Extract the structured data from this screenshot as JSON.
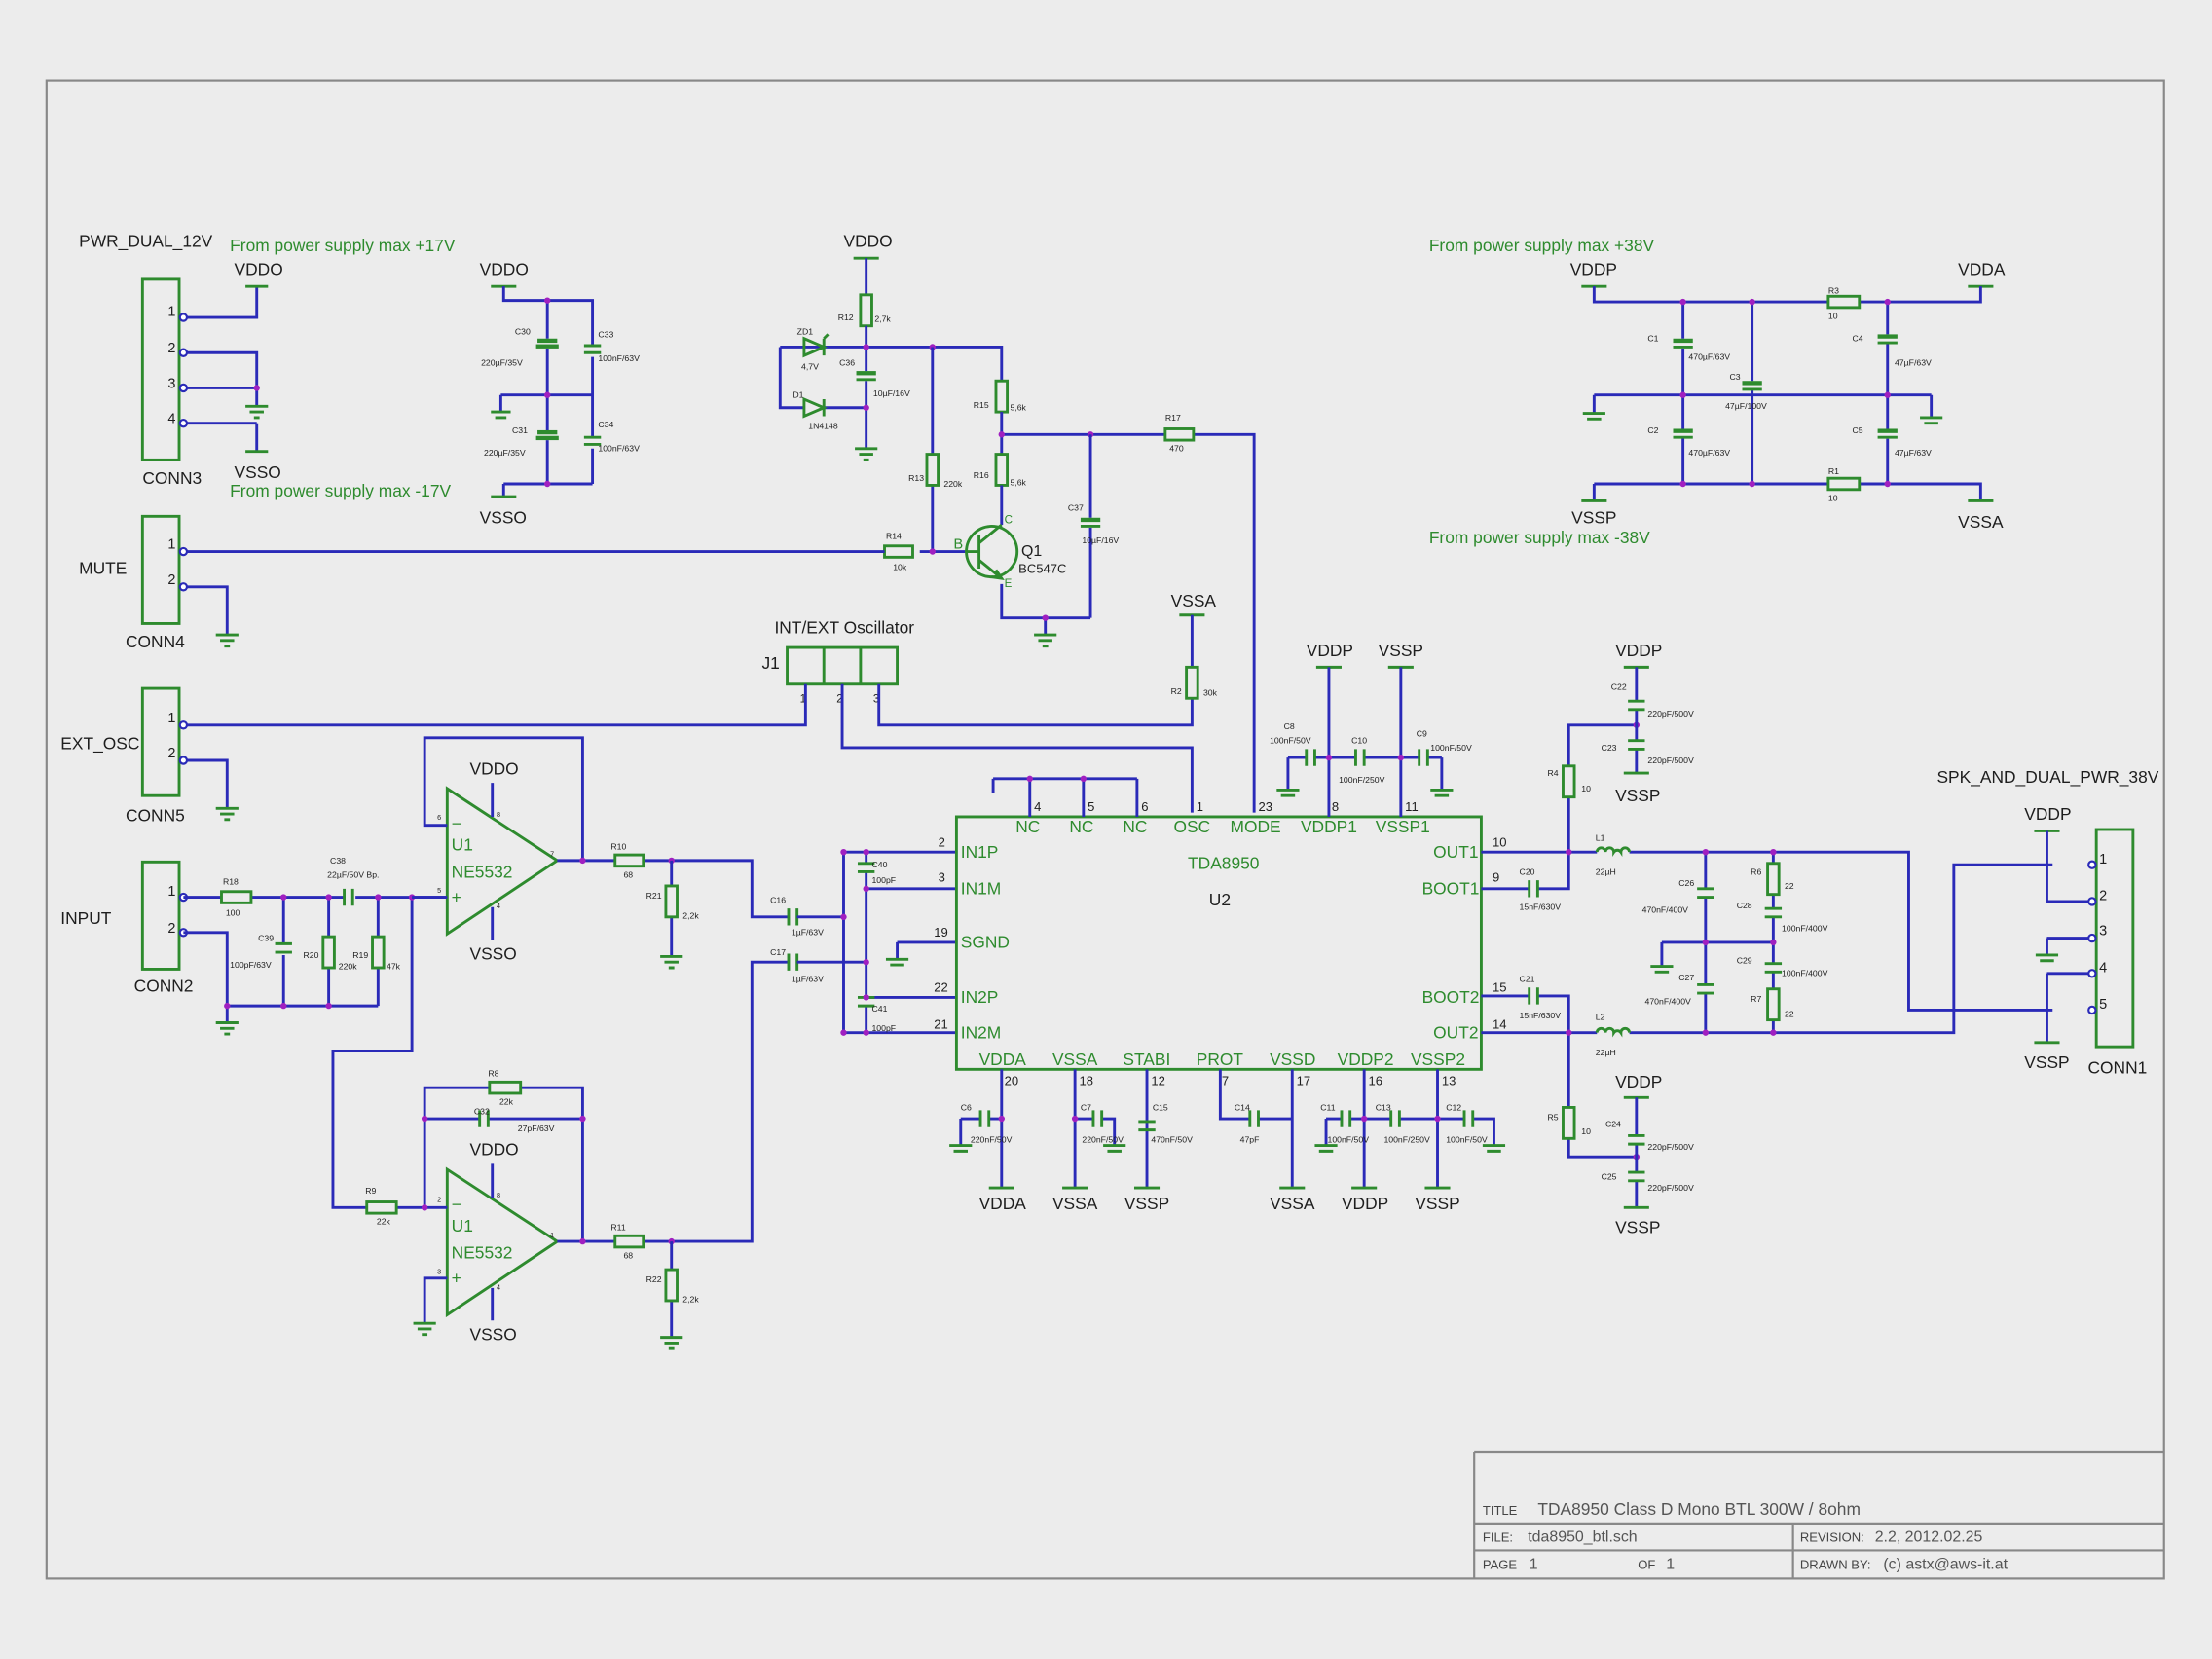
{
  "notes": {
    "n1": "From power supply max +17V",
    "n2": "From power supply max -17V",
    "n3": "From power supply max +38V",
    "n4": "From power supply max -38V"
  },
  "connectors": {
    "conn3": {
      "title": "PWR_DUAL_12V",
      "ref": "CONN3",
      "pins": [
        "1",
        "2",
        "3",
        "4"
      ]
    },
    "conn4": {
      "title": "MUTE",
      "ref": "CONN4",
      "pins": [
        "1",
        "2"
      ]
    },
    "conn5": {
      "title": "EXT_OSC",
      "ref": "CONN5",
      "pins": [
        "1",
        "2"
      ]
    },
    "conn2": {
      "title": "INPUT",
      "ref": "CONN2",
      "pins": [
        "1",
        "2"
      ]
    },
    "conn1": {
      "title": "SPK_AND_DUAL_PWR_38V",
      "ref": "CONN1",
      "pins": [
        "1",
        "2",
        "3",
        "4",
        "5"
      ]
    }
  },
  "rails": {
    "vddo": "VDDO",
    "vsso": "VSSO",
    "vddp": "VDDP",
    "vssp": "VSSP",
    "vdda": "VDDA",
    "vssa": "VSSA"
  },
  "jumper": {
    "ref": "J1",
    "title": "INT/EXT Oscillator",
    "pins": [
      "1",
      "2",
      "3"
    ]
  },
  "transistor": {
    "ref": "Q1",
    "part": "BC547C",
    "b": "B",
    "c": "C",
    "e": "E"
  },
  "opamp": {
    "ref": "U1",
    "part": "NE5532",
    "minus": "−",
    "plus": "+",
    "pinsTop": [
      "6",
      "8",
      "5",
      "4",
      "7"
    ],
    "pinsBot": [
      "2",
      "8",
      "3",
      "4",
      "1"
    ]
  },
  "ic": {
    "name": "TDA8950",
    "ref": "U2",
    "topPins": [
      {
        "num": "4",
        "name": "NC"
      },
      {
        "num": "5",
        "name": "NC"
      },
      {
        "num": "6",
        "name": "NC"
      },
      {
        "num": "1",
        "name": "OSC"
      },
      {
        "num": "23",
        "name": "MODE"
      },
      {
        "num": "8",
        "name": "VDDP1"
      },
      {
        "num": "11",
        "name": "VSSP1"
      }
    ],
    "leftPins": [
      {
        "num": "2",
        "name": "IN1P"
      },
      {
        "num": "3",
        "name": "IN1M"
      },
      {
        "num": "19",
        "name": "SGND"
      },
      {
        "num": "22",
        "name": "IN2P"
      },
      {
        "num": "21",
        "name": "IN2M"
      }
    ],
    "rightPins": [
      {
        "num": "10",
        "name": "OUT1"
      },
      {
        "num": "9",
        "name": "BOOT1"
      },
      {
        "num": "15",
        "name": "BOOT2"
      },
      {
        "num": "14",
        "name": "OUT2"
      }
    ],
    "bottomPins": [
      {
        "num": "20",
        "name": "VDDA"
      },
      {
        "num": "18",
        "name": "VSSA"
      },
      {
        "num": "12",
        "name": "STABI"
      },
      {
        "num": "7",
        "name": "PROT"
      },
      {
        "num": "17",
        "name": "VSSD"
      },
      {
        "num": "16",
        "name": "VDDP2"
      },
      {
        "num": "13",
        "name": "VSSP2"
      }
    ]
  },
  "parts": {
    "C30": {
      "ref": "C30",
      "val": "220µF/35V"
    },
    "C31": {
      "ref": "C31",
      "val": "220µF/35V"
    },
    "C33": {
      "ref": "C33",
      "val": "100nF/63V"
    },
    "C34": {
      "ref": "C34",
      "val": "100nF/63V"
    },
    "R12": {
      "ref": "R12",
      "val": "2,7k"
    },
    "ZD1": {
      "ref": "ZD1",
      "val": "4,7V"
    },
    "D1": {
      "ref": "D1",
      "val": "1N4148"
    },
    "C36": {
      "ref": "C36",
      "val": "10µF/16V"
    },
    "R13": {
      "ref": "R13",
      "val": "220k"
    },
    "R15": {
      "ref": "R15",
      "val": "5,6k"
    },
    "R16": {
      "ref": "R16",
      "val": "5,6k"
    },
    "R17": {
      "ref": "R17",
      "val": "470"
    },
    "C37": {
      "ref": "C37",
      "val": "10µF/16V"
    },
    "R14": {
      "ref": "R14",
      "val": "10k"
    },
    "R2": {
      "ref": "R2",
      "val": "30k"
    },
    "C1": {
      "ref": "C1",
      "val": "470µF/63V"
    },
    "C2": {
      "ref": "C2",
      "val": "470µF/63V"
    },
    "C3": {
      "ref": "C3",
      "val": "47µF/100V"
    },
    "C4": {
      "ref": "C4",
      "val": "47µF/63V"
    },
    "C5": {
      "ref": "C5",
      "val": "47µF/63V"
    },
    "R3": {
      "ref": "R3",
      "val": "10"
    },
    "R1": {
      "ref": "R1",
      "val": "10"
    },
    "R18": {
      "ref": "R18",
      "val": "100"
    },
    "C38": {
      "ref": "C38",
      "val": "22µF/50V Bp."
    },
    "C39": {
      "ref": "C39",
      "val": "100pF/63V"
    },
    "R20": {
      "ref": "R20",
      "val": "220k"
    },
    "R19": {
      "ref": "R19",
      "val": "47k"
    },
    "R10": {
      "ref": "R10",
      "val": "68"
    },
    "R21": {
      "ref": "R21",
      "val": "2,2k"
    },
    "R11": {
      "ref": "R11",
      "val": "68"
    },
    "R22": {
      "ref": "R22",
      "val": "2,2k"
    },
    "R8": {
      "ref": "R8",
      "val": "22k"
    },
    "C32": {
      "ref": "C32",
      "val": "27pF/63V"
    },
    "R9": {
      "ref": "R9",
      "val": "22k"
    },
    "C16": {
      "ref": "C16",
      "val": "1µF/63V"
    },
    "C17": {
      "ref": "C17",
      "val": "1µF/63V"
    },
    "C40": {
      "ref": "C40",
      "val": "100pF"
    },
    "C41": {
      "ref": "C41",
      "val": "100pF"
    },
    "C8": {
      "ref": "C8",
      "val": "100nF/50V"
    },
    "C10": {
      "ref": "C10",
      "val": "100nF/250V"
    },
    "C9": {
      "ref": "C9",
      "val": "100nF/50V"
    },
    "C6": {
      "ref": "C6",
      "val": "220nF/50V"
    },
    "C7": {
      "ref": "C7",
      "val": "220nF/50V"
    },
    "C15": {
      "ref": "C15",
      "val": "470nF/50V"
    },
    "C14": {
      "ref": "C14",
      "val": "47pF"
    },
    "C11": {
      "ref": "C11",
      "val": "100nF/50V"
    },
    "C13": {
      "ref": "C13",
      "val": "100nF/250V"
    },
    "C12": {
      "ref": "C12",
      "val": "100nF/50V"
    },
    "C22": {
      "ref": "C22",
      "val": "220pF/500V"
    },
    "C23": {
      "ref": "C23",
      "val": "220pF/500V"
    },
    "R4": {
      "ref": "R4",
      "val": "10"
    },
    "C20": {
      "ref": "C20",
      "val": "15nF/630V"
    },
    "L1": {
      "ref": "L1",
      "val": "22µH"
    },
    "C26": {
      "ref": "C26",
      "val": "470nF/400V"
    },
    "C28": {
      "ref": "C28",
      "val": "100nF/400V"
    },
    "R6": {
      "ref": "R6",
      "val": "22"
    },
    "C27": {
      "ref": "C27",
      "val": "470nF/400V"
    },
    "C29": {
      "ref": "C29",
      "val": "100nF/400V"
    },
    "R7": {
      "ref": "R7",
      "val": "22"
    },
    "C21": {
      "ref": "C21",
      "val": "15nF/630V"
    },
    "L2": {
      "ref": "L2",
      "val": "22µH"
    },
    "R5": {
      "ref": "R5",
      "val": "10"
    },
    "C24": {
      "ref": "C24",
      "val": "220pF/500V"
    },
    "C25": {
      "ref": "C25",
      "val": "220pF/500V"
    }
  },
  "titleblock": {
    "title_label": "TITLE",
    "title": "TDA8950 Class D Mono BTL 300W / 8ohm",
    "file_label": "FILE:",
    "file": "tda8950_btl.sch",
    "revision_label": "REVISION:",
    "revision": "2.2, 2012.02.25",
    "page_label": "PAGE",
    "page": "1",
    "of_label": "OF",
    "of": "1",
    "drawn_label": "DRAWN BY:",
    "drawn": "(c) astx@aws-it.at"
  }
}
